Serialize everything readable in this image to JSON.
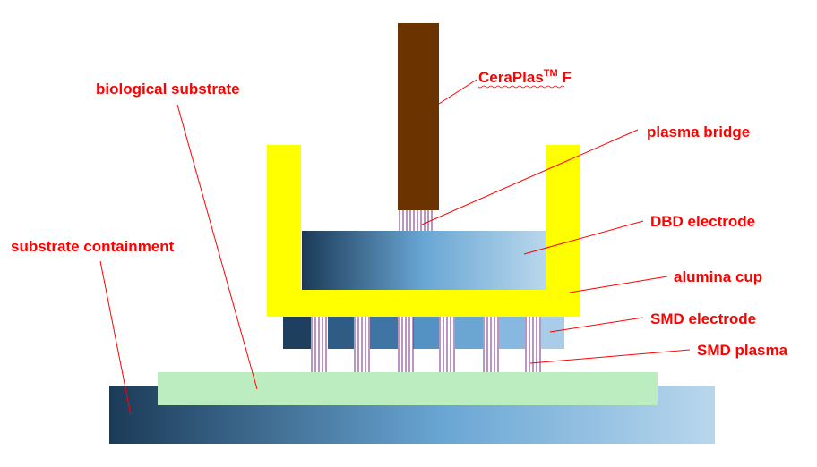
{
  "labels": {
    "ceraplas_main": "CeraPlas",
    "ceraplas_tm": "TM",
    "ceraplas_suffix": " F",
    "biological_substrate": "biological substrate",
    "plasma_bridge": "plasma bridge",
    "dbd_electrode": "DBD electrode",
    "substrate_containment": "substrate containment",
    "alumina_cup": "alumina cup",
    "smd_electrode": "SMD electrode",
    "smd_plasma": "SMD plasma"
  },
  "colors": {
    "label_red": "#ff0000",
    "ceraplas_brown": "#6b3300",
    "cup_yellow": "#ffff00",
    "substrate_green": "#bbedc0",
    "gradient_dark": "#1b3a57",
    "gradient_mid": "#69a6d4",
    "gradient_light": "#b8d7ec",
    "filament_purple": "#7a2a8a"
  }
}
